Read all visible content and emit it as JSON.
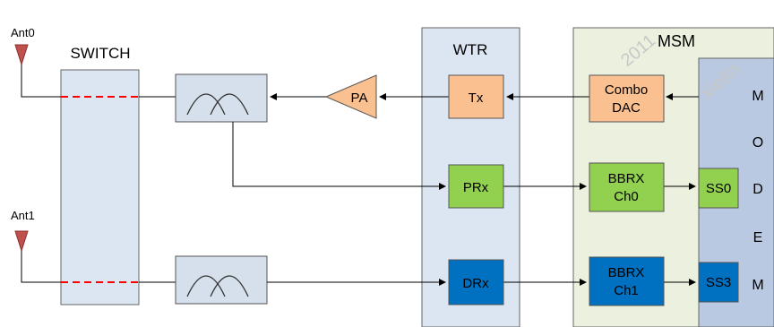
{
  "antennas": {
    "ant0": "Ant0",
    "ant1": "Ant1"
  },
  "switch": {
    "label": "SWITCH"
  },
  "amplifier": {
    "label": "PA"
  },
  "wtr": {
    "title": "WTR",
    "tx": "Tx",
    "prx": "PRx",
    "drx": "DRx"
  },
  "msm": {
    "title": "MSM",
    "combo_dac": [
      "Combo",
      "DAC"
    ],
    "bbrx0": [
      "BBRX",
      "Ch0"
    ],
    "bbrx1": [
      "BBRX",
      "Ch1"
    ]
  },
  "modem": {
    "letters": [
      "M",
      "O",
      "D",
      "E",
      "M"
    ],
    "ss0": "SS0",
    "ss3": "SS3"
  },
  "watermark": [
    "2011",
    "xielin"
  ],
  "colors": {
    "antenna": "#c0504d",
    "switch_fill": "#dce6f2",
    "wtr_fill": "#dce6f2",
    "msm_fill": "#ebf1de",
    "modem_fill": "#b9c9e2",
    "filter_fill": "#d6e0ec",
    "tx_orange": "#fac090",
    "rx_green": "#92d050",
    "rx_blue": "#0070c0",
    "switch_path": "#ff0000"
  }
}
